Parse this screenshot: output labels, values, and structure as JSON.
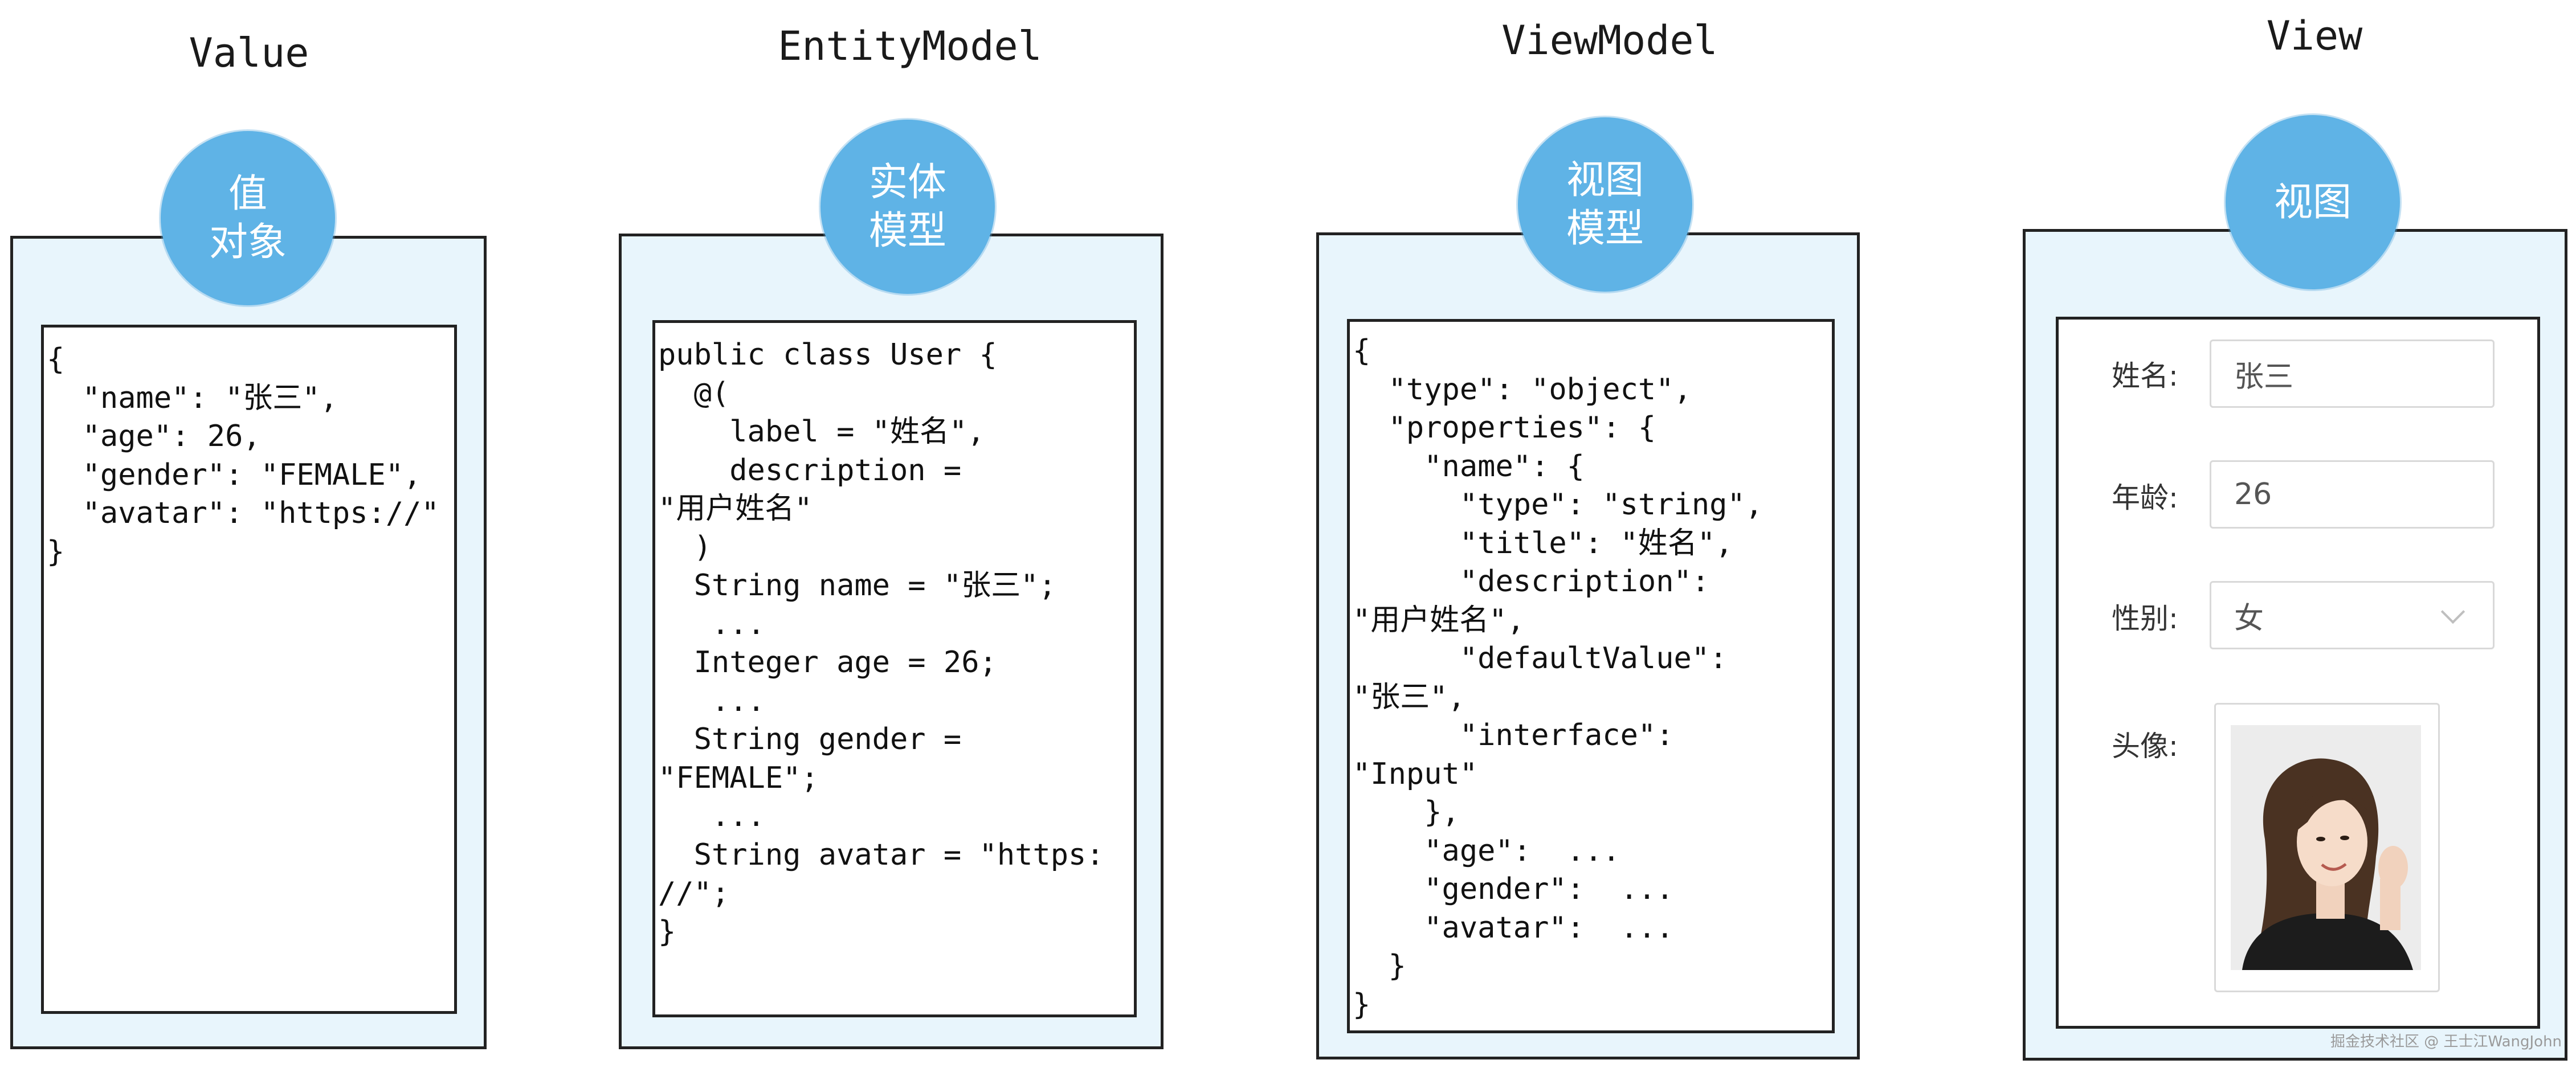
{
  "panels": [
    {
      "title": "Value",
      "badge": "值\n对象",
      "code": "{\n  \"name\": \"张三\",\n  \"age\": 26,\n  \"gender\": \"FEMALE\",\n  \"avatar\": \"https://\"\n}"
    },
    {
      "title": "EntityModel",
      "badge": "实体\n模型",
      "code": "public class User {\n  @(\n    label = \"姓名\",\n    description =\n\"用户姓名\"\n  )\n  String name = \"张三\";\n   ...\n  Integer age = 26;\n   ...\n  String gender =\n\"FEMALE\";\n   ...\n  String avatar = \"https:\n//\";\n}"
    },
    {
      "title": "ViewModel",
      "badge": "视图\n模型",
      "code": "{\n  \"type\": \"object\",\n  \"properties\": {\n    \"name\": {\n      \"type\": \"string\",\n      \"title\": \"姓名\",\n      \"description\":\n\"用户姓名\",\n      \"defaultValue\":\n\"张三\",\n      \"interface\":\n\"Input\"\n    },\n    \"age\":  ...\n    \"gender\":  ...\n    \"avatar\":  ...\n  }\n}"
    },
    {
      "title": "View",
      "badge": "视图"
    }
  ],
  "form": {
    "name_label": "姓名:",
    "name_value": "张三",
    "age_label": "年龄:",
    "age_value": "26",
    "gender_label": "性别:",
    "gender_value": "女",
    "avatar_label": "头像:"
  },
  "icons": {
    "dropdown": "chevron-down-icon",
    "avatar": "avatar-photo"
  },
  "colors": {
    "badge": "#5fb3e6",
    "card_fill": "#e8f5fc",
    "outline": "#222222"
  },
  "watermark": "掘金技术社区 @ 王士江WangJohn"
}
